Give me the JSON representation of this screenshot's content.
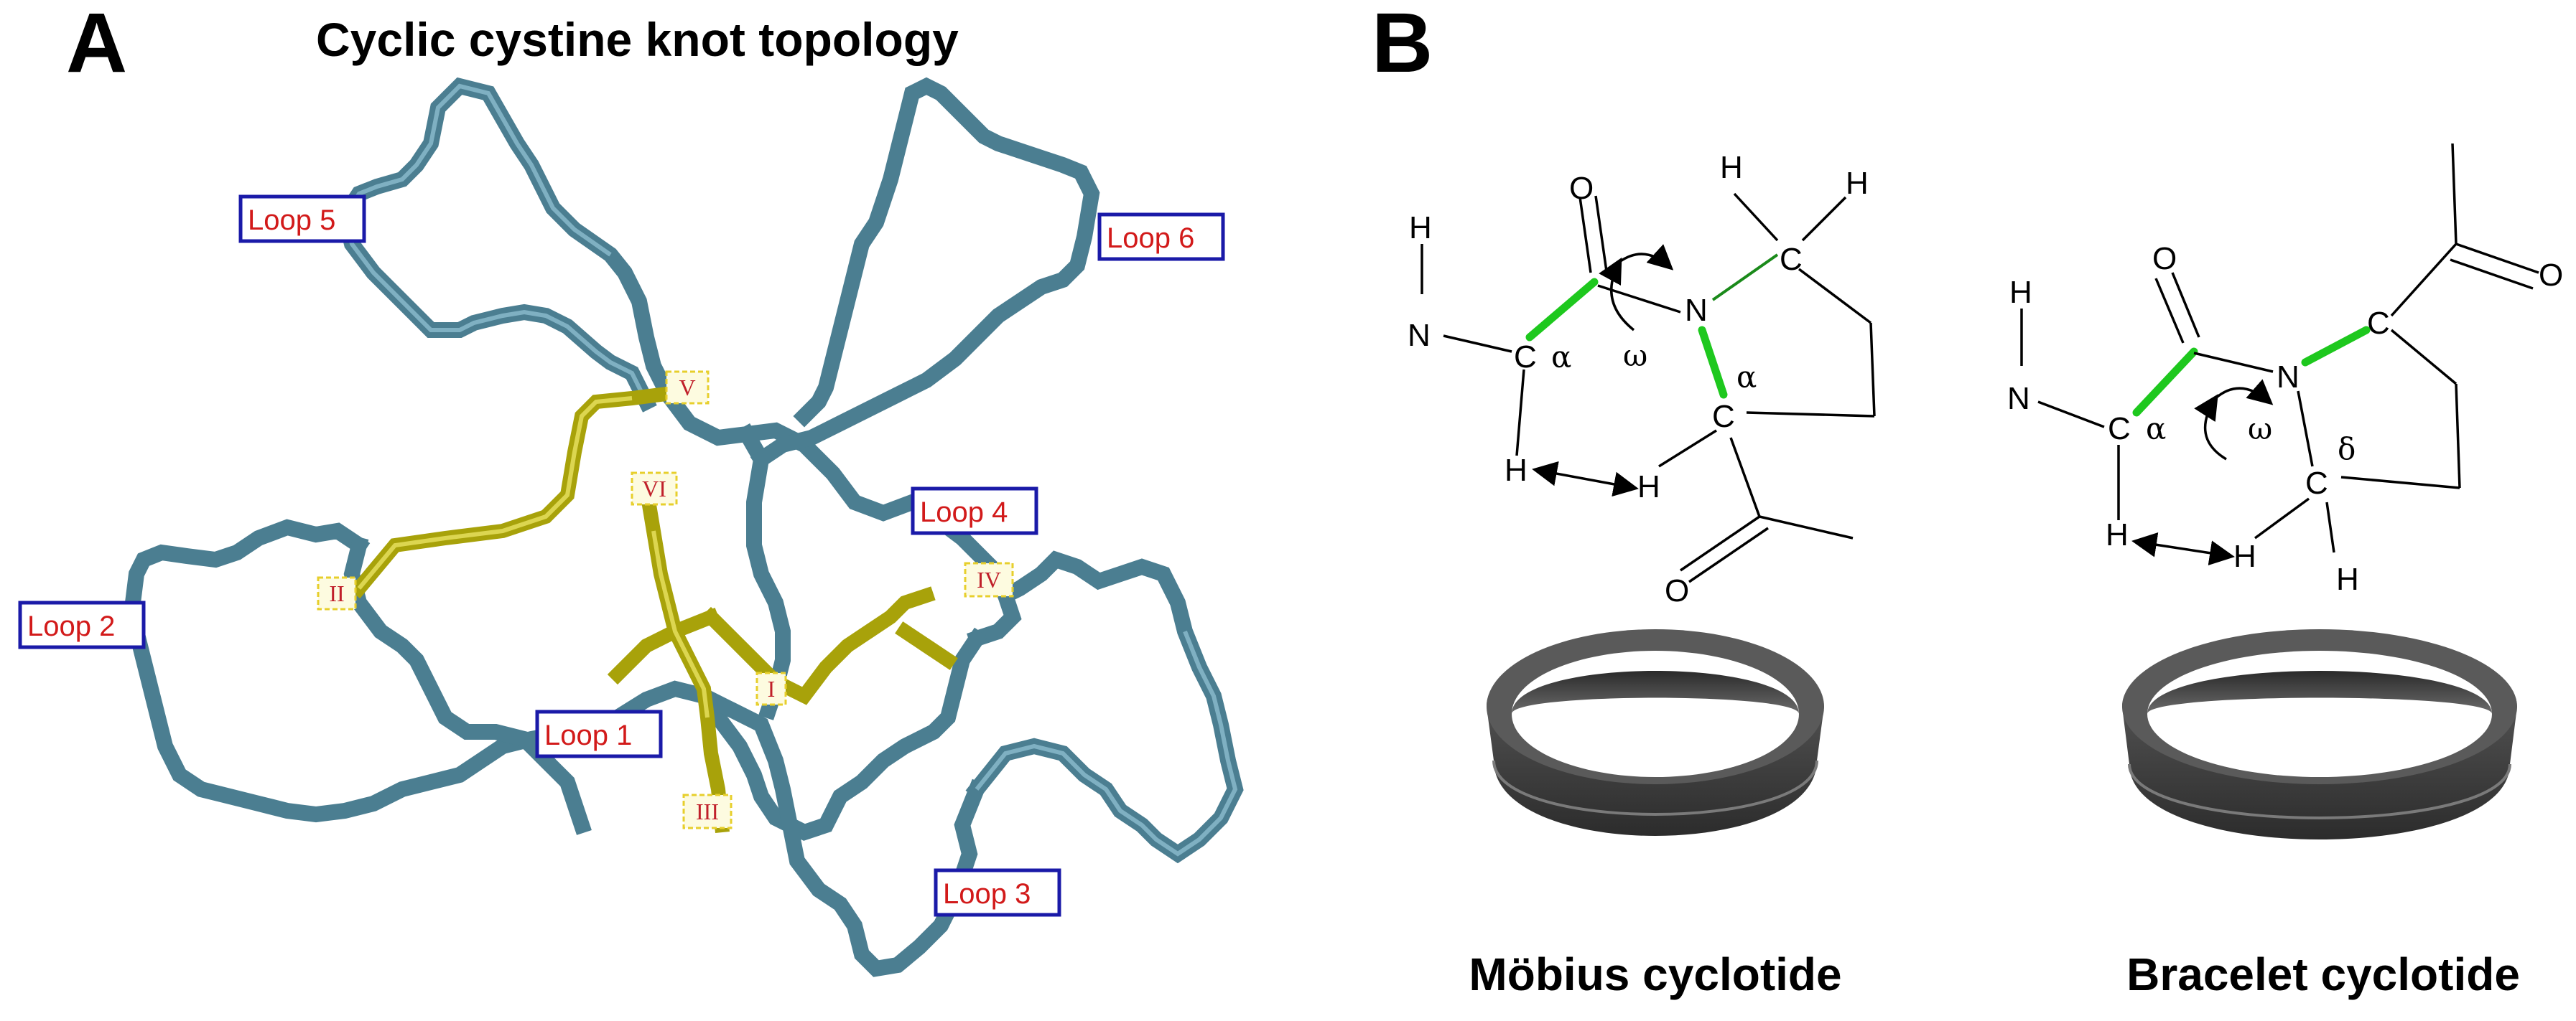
{
  "panel_a": {
    "letter": "A",
    "title": "Cyclic cystine knot topology",
    "loops": [
      "Loop 1",
      "Loop 2",
      "Loop 3",
      "Loop 4",
      "Loop 5",
      "Loop 6"
    ],
    "cysteines": [
      "I",
      "II",
      "III",
      "IV",
      "V",
      "VI"
    ],
    "colors": {
      "backbone": "#4b7e91",
      "disulfide": "#a8a20a",
      "loop_box": "#1a1aa8",
      "label_text": "#d21a1a"
    }
  },
  "panel_b": {
    "letter": "B",
    "mobius": {
      "caption": "Möbius cyclotide",
      "atoms": {
        "o": "O",
        "h_top": "H",
        "n": "N",
        "c_alpha": "C",
        "alpha": "α",
        "omega": "ω",
        "n2": "N",
        "c_top": "C",
        "h1": "H",
        "h2": "H",
        "c2": "C",
        "alpha2": "α",
        "h_low": "H",
        "h_right": "H",
        "o_low": "O"
      }
    },
    "bracelet": {
      "caption": "Bracelet cyclotide",
      "atoms": {
        "o": "O",
        "o2": "O",
        "h_top": "H",
        "n": "N",
        "c_alpha": "C",
        "alpha": "α",
        "omega": "ω",
        "n2": "N",
        "c_top": "C",
        "c_delta": "C",
        "delta": "δ",
        "h_low": "H",
        "h_right": "H",
        "h_bottom": "H"
      }
    },
    "colors": {
      "highlight_bond": "#1ec81e",
      "ring": "#555555"
    }
  }
}
